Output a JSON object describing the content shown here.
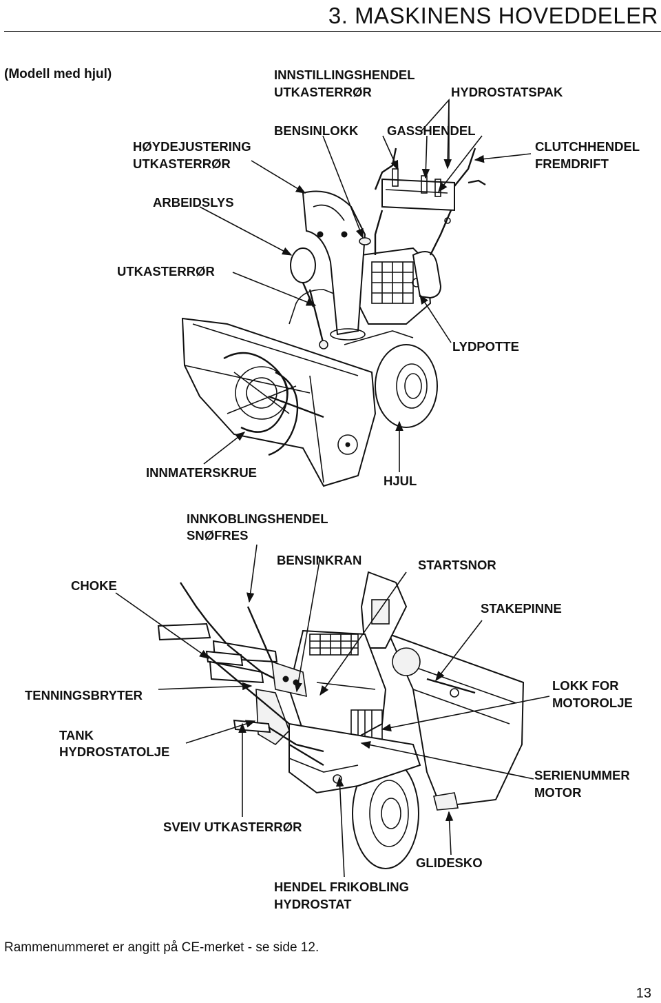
{
  "header": {
    "title": "3. MASKINENS HOVEDDELER"
  },
  "model_label": "(Modell med hjul)",
  "top_view_labels": {
    "innstillingshendel_1": "INNSTILLINGSHENDEL",
    "innstillingshendel_2": "UTKASTERRØR",
    "hydrostatspak": "HYDROSTATSPAK",
    "bensinlokk": "BENSINLOKK",
    "gasshendel": "GASSHENDEL",
    "hoydejustering_1": "HØYDEJUSTERING",
    "hoydejustering_2": "UTKASTERRØR",
    "clutchhendel_1": "CLUTCHHENDEL",
    "clutchhendel_2": "FREMDRIFT",
    "arbeidslys": "ARBEIDSLYS",
    "utkasterror": "UTKASTERRØR",
    "lydpotte": "LYDPOTTE",
    "innmaterskrue": "INNMATERSKRUE",
    "hjul": "HJUL"
  },
  "bottom_view_labels": {
    "innkoblingshendel_1": "INNKOBLINGSHENDEL",
    "innkoblingshendel_2": "SNØFRES",
    "bensinkran": "BENSINKRAN",
    "startsnor": "STARTSNOR",
    "choke": "CHOKE",
    "stakepinne": "STAKEPINNE",
    "tenningsbryter": "TENNINGSBRYTER",
    "lokk_1": "LOKK FOR",
    "lokk_2": "MOTOROLJE",
    "tank_1": "TANK",
    "tank_2": "HYDROSTATOLJE",
    "serienummer_1": "SERIENUMMER",
    "serienummer_2": "MOTOR",
    "sveiv": "SVEIV UTKASTERRØR",
    "glidesko": "GLIDESKO",
    "hendel_1": "HENDEL FRIKOBLING",
    "hendel_2": "HYDROSTAT"
  },
  "footer": {
    "note": "Rammenummeret er angitt på CE-merket - se side 12."
  },
  "page_number": "13"
}
